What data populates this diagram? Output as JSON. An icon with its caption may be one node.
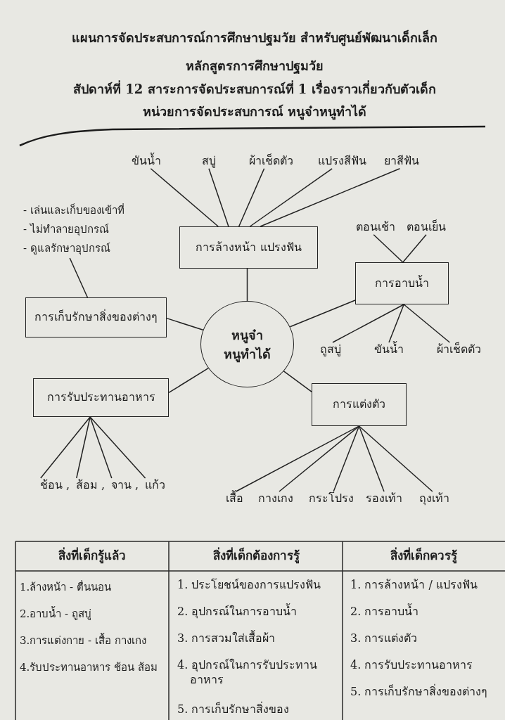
{
  "diagram": {
    "title": "แผนการจัดประสบการณ์การศึกษาปฐมวัย สำหรับศูนย์พัฒนาเด็กเล็ก",
    "nodes": [
      {
        "text": [
          "หนูจ๋า หนูทำได้"
        ]
      },
      {
        "text": [
          "การล้างหน้า แปรงฟัน"
        ]
      },
      {
        "text": [
          "การอาบน้ำ"
        ]
      },
      {
        "text": [
          "การเก็บรักษาสิ่งของต่างๆ"
        ]
      },
      {
        "text": [
          "การรับประทานอาหาร"
        ]
      },
      {
        "text": [
          "การแต่งตัว"
        ]
      },
      {
        "text": [
          "ขันน้ำ"
        ]
      },
      {
        "text": [
          "สบู่"
        ]
      },
      {
        "text": [
          "ผ้าเช็ดตัว"
        ]
      },
      {
        "text": [
          "แปรงสีฟัน"
        ]
      },
      {
        "text": [
          "ยาสีฟัน"
        ]
      },
      {
        "text": [
          "- เล่นและเก็บของเข้าที่",
          "- ไม่ทำลายอุปกรณ์",
          "- ดูแลรักษาอุปกรณ์"
        ]
      },
      {
        "text": [
          "ตอนเช้า"
        ]
      },
      {
        "text": [
          "ตอนเย็น"
        ]
      },
      {
        "text": [
          "ถูสบู่"
        ]
      },
      {
        "text": [
          "ขันน้ำ"
        ]
      },
      {
        "text": [
          "ผ้าเช็ดตัว"
        ]
      },
      {
        "text": [
          "ช้อน ,"
        ]
      },
      {
        "text": [
          "ส้อม ,"
        ]
      },
      {
        "text": [
          "จาน ,"
        ]
      },
      {
        "text": [
          "แก้ว"
        ]
      },
      {
        "text": [
          "เสื้อ"
        ]
      },
      {
        "text": [
          "กางเกง"
        ]
      },
      {
        "text": [
          "กระโปรง"
        ]
      },
      {
        "text": [
          "รองเท้า"
        ]
      },
      {
        "text": [
          "ถุงเท้า"
        ]
      }
    ],
    "edges": [
      {
        "from": 0,
        "to": 1,
        "arrow": "none"
      },
      {
        "from": 0,
        "to": 2,
        "arrow": "none"
      },
      {
        "from": 0,
        "to": 3,
        "arrow": "none"
      },
      {
        "from": 0,
        "to": 4,
        "arrow": "none"
      },
      {
        "from": 0,
        "to": 5,
        "arrow": "none"
      },
      {
        "from": 1,
        "to": 6,
        "arrow": "none"
      },
      {
        "from": 1,
        "to": 7,
        "arrow": "none"
      },
      {
        "from": 1,
        "to": 8,
        "arrow": "none"
      },
      {
        "from": 1,
        "to": 9,
        "arrow": "none"
      },
      {
        "from": 1,
        "to": 10,
        "arrow": "none"
      },
      {
        "from": 3,
        "to": 11,
        "arrow": "none"
      },
      {
        "from": 2,
        "to": 12,
        "arrow": "none"
      },
      {
        "from": 2,
        "to": 13,
        "arrow": "none"
      },
      {
        "from": 2,
        "to": 14,
        "arrow": "none"
      },
      {
        "from": 2,
        "to": 15,
        "arrow": "none"
      },
      {
        "from": 2,
        "to": 16,
        "arrow": "none"
      },
      {
        "from": 4,
        "to": 17,
        "arrow": "none"
      },
      {
        "from": 4,
        "to": 18,
        "arrow": "none"
      },
      {
        "from": 4,
        "to": 19,
        "arrow": "none"
      },
      {
        "from": 4,
        "to": 20,
        "arrow": "none"
      },
      {
        "from": 5,
        "to": 21,
        "arrow": "none"
      },
      {
        "from": 5,
        "to": 22,
        "arrow": "none"
      },
      {
        "from": 5,
        "to": 23,
        "arrow": "none"
      },
      {
        "from": 5,
        "to": 24,
        "arrow": "none"
      },
      {
        "from": 5,
        "to": 25,
        "arrow": "none"
      }
    ],
    "labels": [
      "หลักสูตรการศึกษาปฐมวัย",
      "สัปดาห์ที่ 12 สาระการจัดประสบการณ์ที่ 1 เรื่องราวเกี่ยวกับตัวเด็ก",
      "หน่วยการจัดประสบการณ์ หนูจ๋าหนูทำได้",
      "สิ่งที่เด็กรู้แล้ว",
      "สิ่งที่เด็กต้องการรู้",
      "สิ่งที่เด็กควรรู้",
      "1.ล้างหน้า - ตื่นนอน",
      "2.อาบน้ำ - ถูสบู่",
      "3.การแต่งกาย - เสื้อ กางเกง",
      "4.รับประทานอาหาร ช้อน ส้อม",
      "1. ประโยชน์ของการแปรงฟัน",
      "2. อุปกรณ์ในการอาบน้ำ",
      "3. การสวมใส่เสื้อผ้า",
      "4. อุปกรณ์ในการรับประทานอาหาร",
      "5. การเก็บรักษาสิ่งของ",
      "1. การล้างหน้า / แปรงฟัน",
      "2. การอาบน้ำ",
      "3. การแต่งตัว",
      "4. การรับประทานอาหาร",
      "5. การเก็บรักษาสิ่งของต่างๆ"
    ]
  }
}
